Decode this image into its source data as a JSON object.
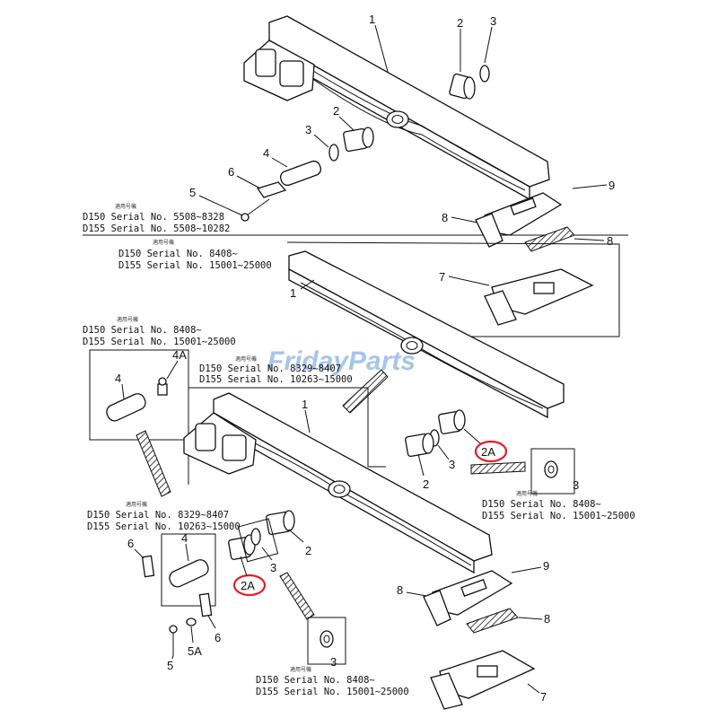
{
  "watermark": "FridayParts",
  "serial_notes": {
    "top_cjk": "適用号機",
    "top_line1": "D150  Serial No. 5508~8328",
    "top_line2": "D155  Serial No. 5508~10282",
    "mid_cjk": "適用号機",
    "mid_line1": "D150  Serial No. 8408~",
    "mid_line2": "D155  Serial No. 15001~25000",
    "left_cjk": "適用号機",
    "left_line1": "D150  Serial No. 8408~",
    "left_line2": "D155  Serial No. 15001~25000",
    "center_cjk": "適用号機",
    "center_line1": "D150  Serial No. 8329~8407",
    "center_line2": "D155  Serial No. 10263~15000",
    "right_cjk": "適用号機",
    "right_line1": "D150  Serial No. 8408~",
    "right_line2": "D155  Serial No. 15001~25000",
    "lowleft_cjk": "適用号機",
    "lowleft_line1": "D150  Serial No. 8329~8407",
    "lowleft_line2": "D155  Serial No. 10263~15000",
    "bottom_cjk": "適用号機",
    "bottom_line1": "D150  Serial No. 8408~",
    "bottom_line2": "D155  Serial No. 15001~25000"
  },
  "callouts": {
    "n1": "1",
    "n2": "2",
    "n2A": "2A",
    "n3": "3",
    "n4": "4",
    "n4A": "4A",
    "n5": "5",
    "n5A": "5A",
    "n6": "6",
    "n7": "7",
    "n8": "8",
    "n9": "9"
  },
  "highlight_color": "#e0202a"
}
